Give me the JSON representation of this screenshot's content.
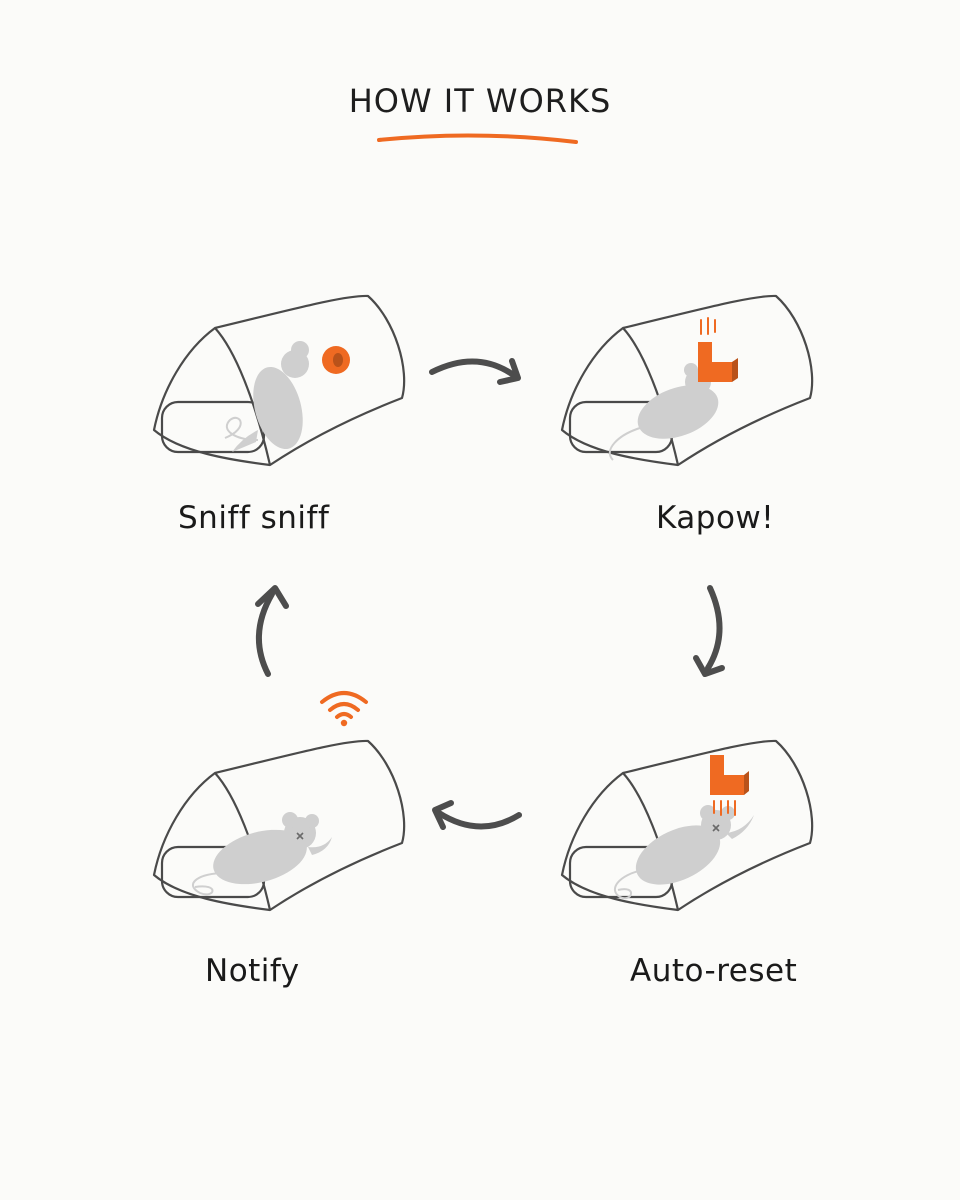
{
  "header": {
    "title": "HOW IT WORKS"
  },
  "steps": [
    {
      "label": "Sniff sniff"
    },
    {
      "label": "Kapow!"
    },
    {
      "label": "Auto-reset"
    },
    {
      "label": "Notify"
    }
  ],
  "colors": {
    "accent": "#ef6a22",
    "outline": "#4a4a4a",
    "mouse": "#cfcfcf",
    "arrow": "#4d4d4d",
    "background": "#fbfbf9"
  },
  "icons": {
    "flow": "curved-arrow-icon",
    "bait": "bait-icon",
    "striker": "striker-icon",
    "signal": "wifi-icon"
  }
}
